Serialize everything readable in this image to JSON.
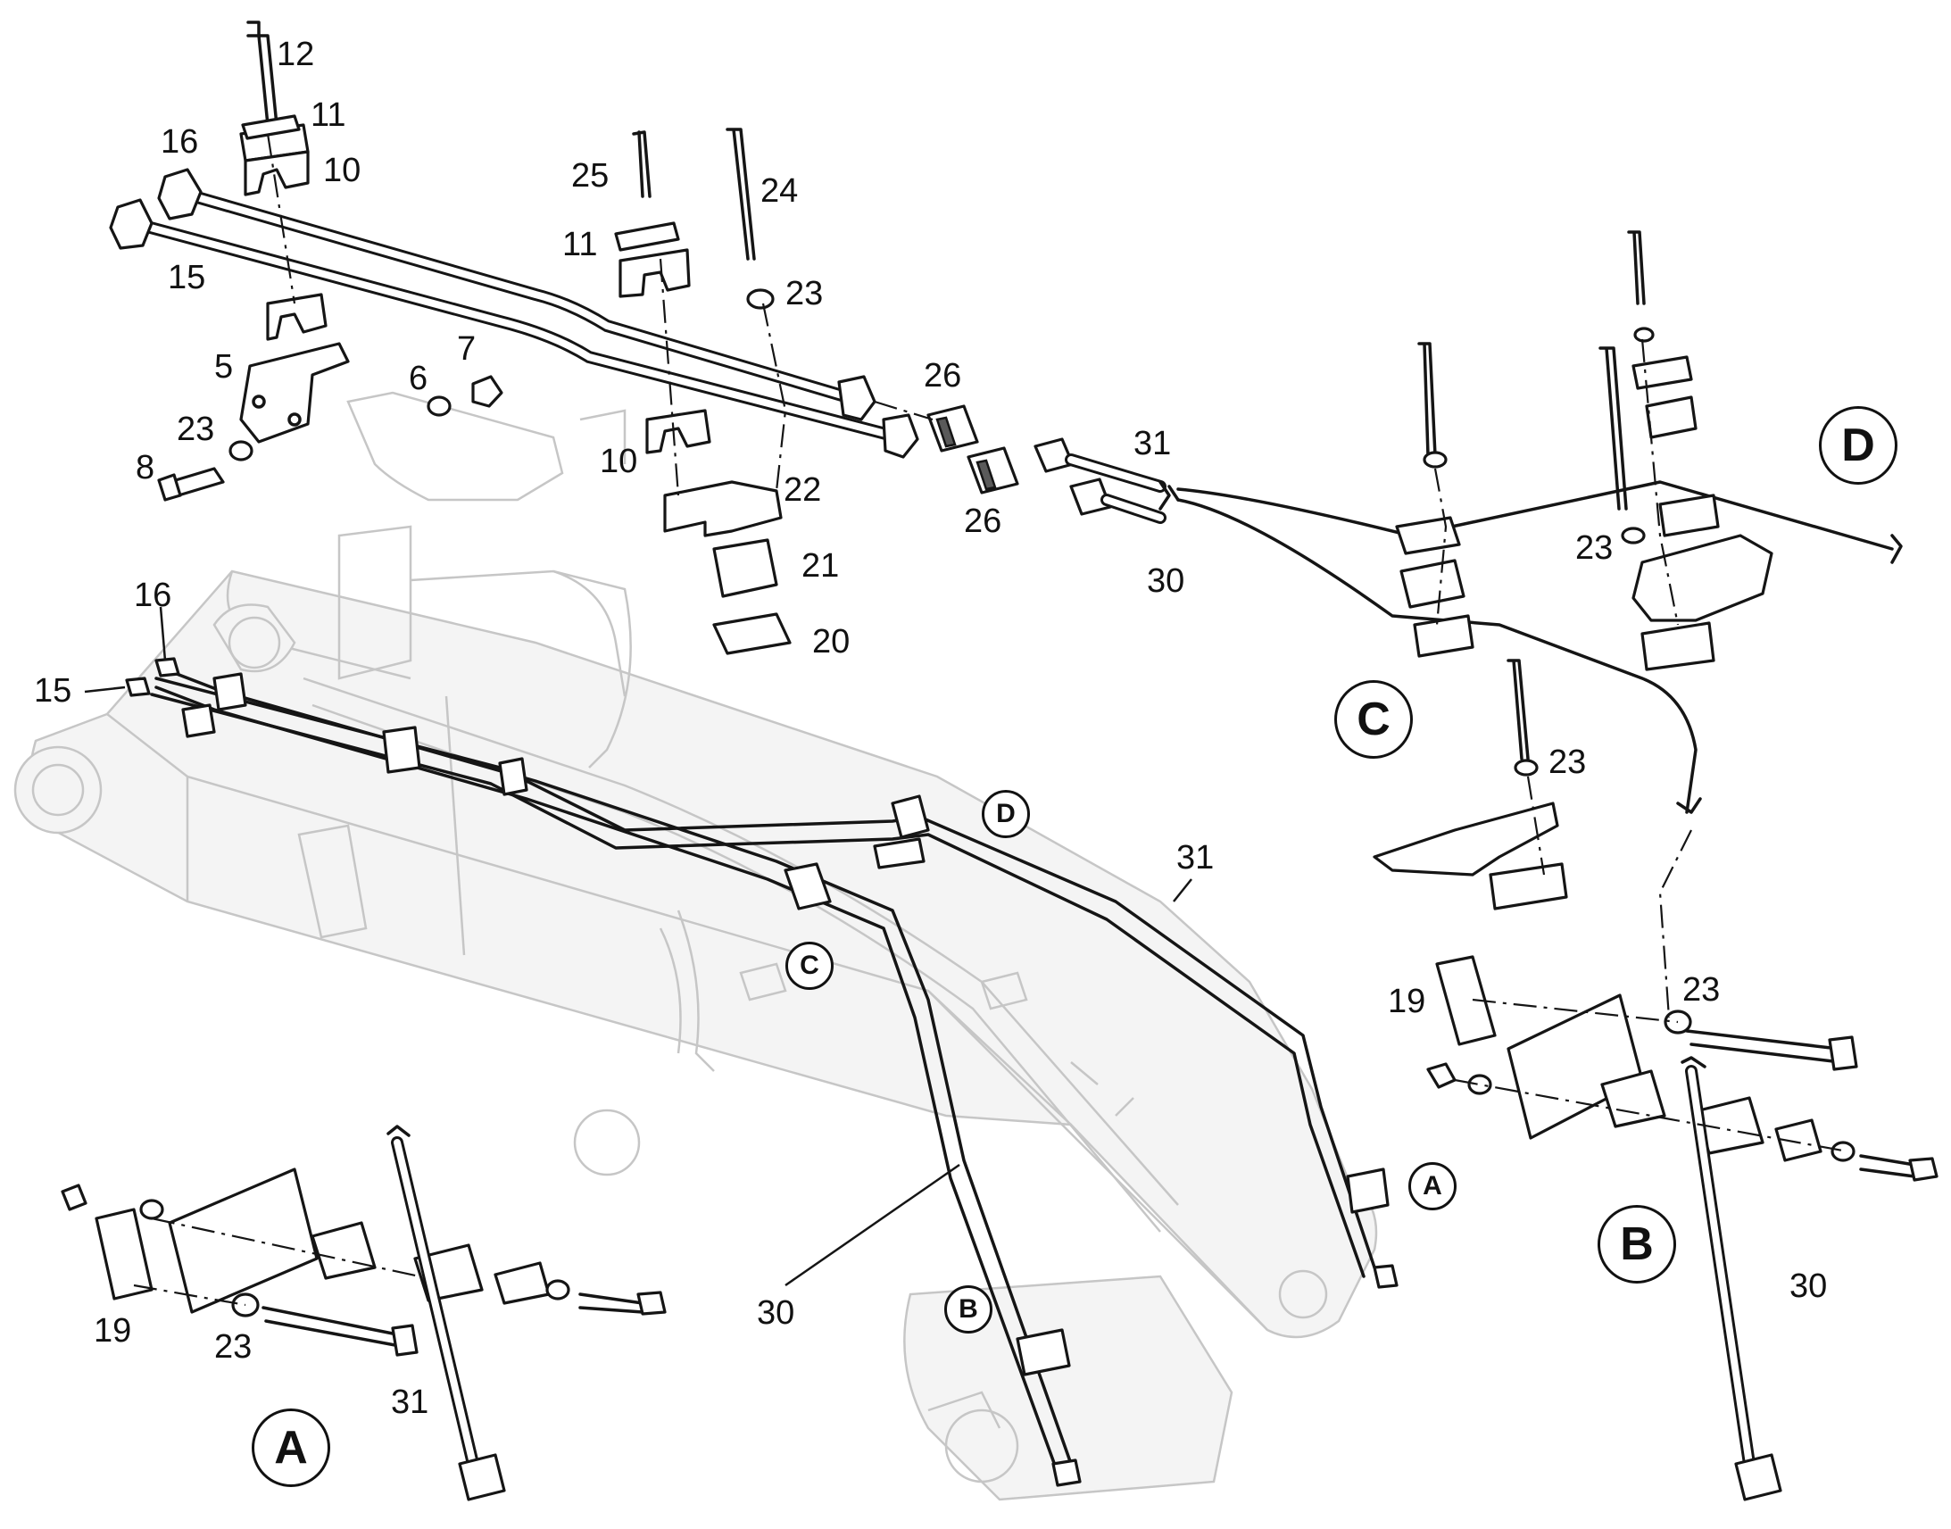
{
  "callouts": {
    "c12": "12",
    "c11a": "11",
    "c10a": "10",
    "c16a": "16",
    "c15a": "15",
    "c5": "5",
    "c23a": "23",
    "c8": "8",
    "c6": "6",
    "c7": "7",
    "c25": "25",
    "c24": "24",
    "c11b": "11",
    "c23b": "23",
    "c26a": "26",
    "c26b": "26",
    "c10b": "10",
    "c22": "22",
    "c21": "21",
    "c20": "20",
    "c31a": "31",
    "c30a": "30",
    "c23c": "23",
    "c23d": "23",
    "c16b": "16",
    "c15b": "15",
    "c31b": "31",
    "c30b": "30",
    "c19a": "19",
    "c23e": "23",
    "c31c": "31",
    "c19b": "19",
    "c23f": "23",
    "c30c": "30"
  },
  "detail_views": {
    "A": "A",
    "B": "B",
    "C": "C",
    "D": "D",
    "A_small": "A",
    "B_small": "B",
    "C_small": "C",
    "D_small": "D"
  }
}
